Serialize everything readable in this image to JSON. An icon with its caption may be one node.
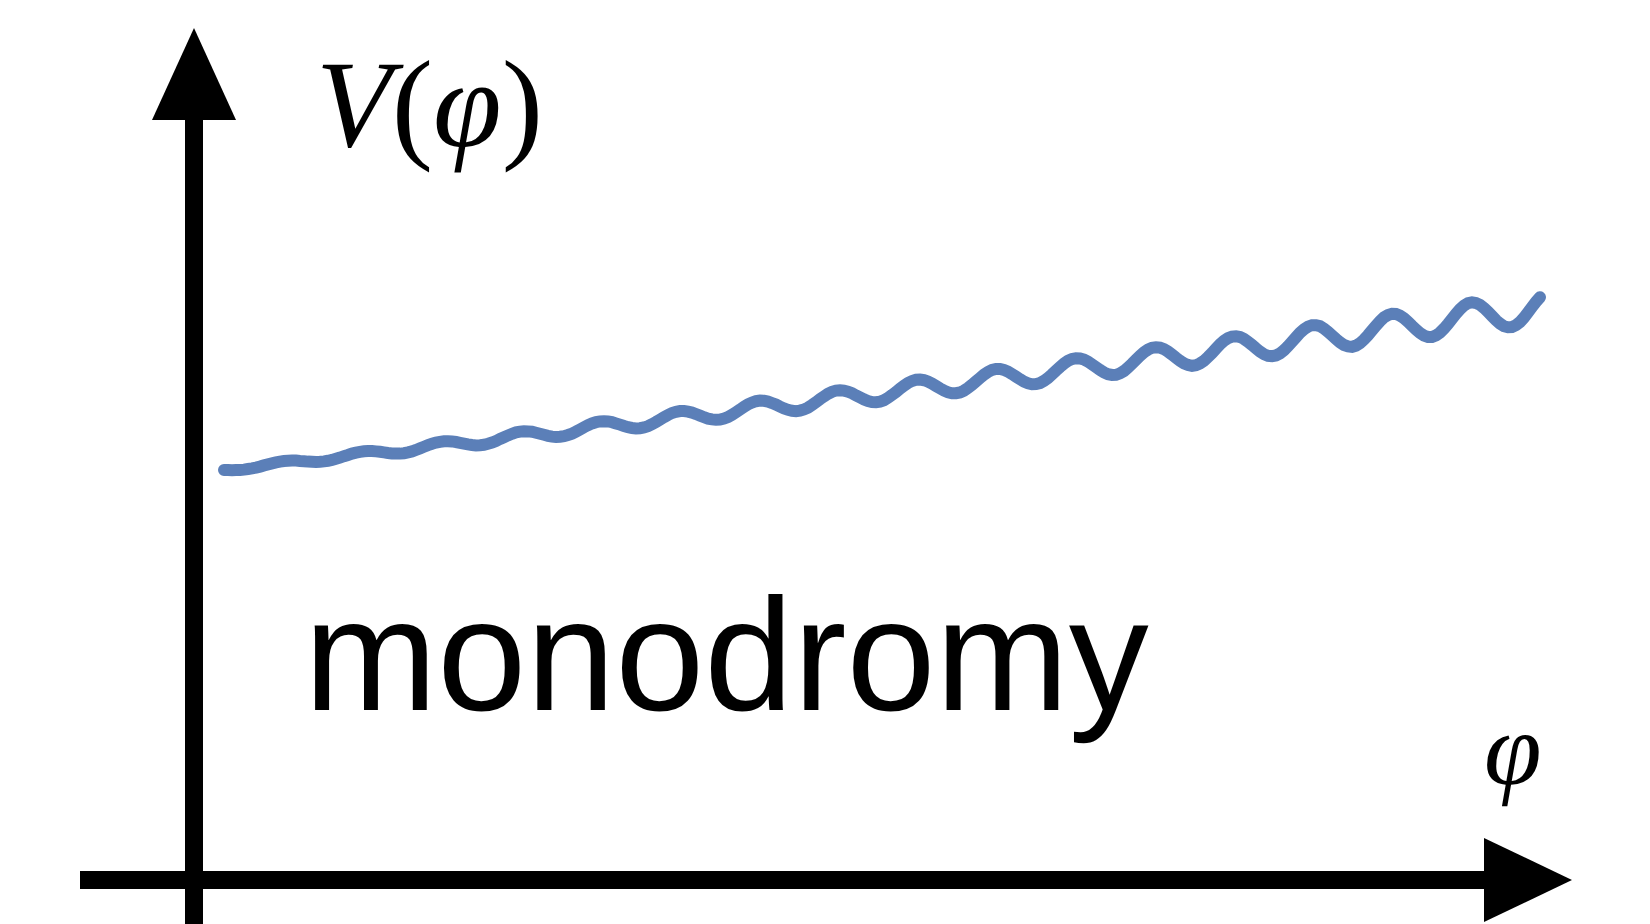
{
  "diagram": {
    "labels": [
      "*V*(*φ*)",
      "monodromy",
      "*φ*"
    ]
  }
}
